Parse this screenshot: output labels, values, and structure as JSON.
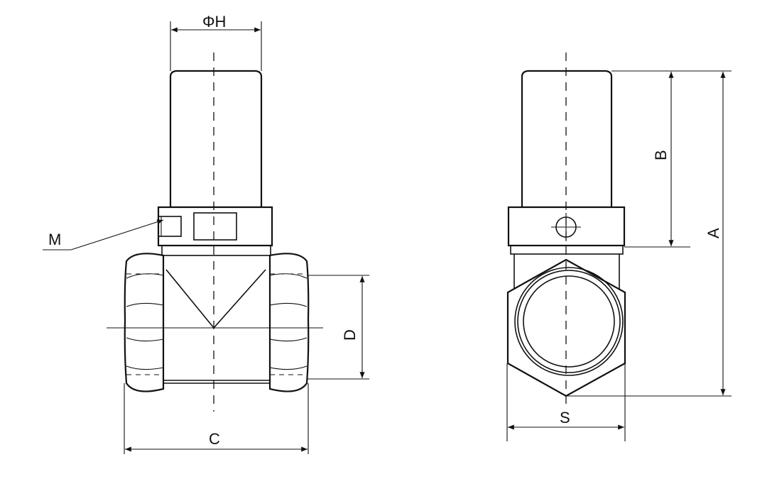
{
  "labels": {
    "phi_h": "ΦH",
    "m": "M",
    "c": "C",
    "d": "D",
    "s": "S",
    "a": "A",
    "b": "B"
  }
}
